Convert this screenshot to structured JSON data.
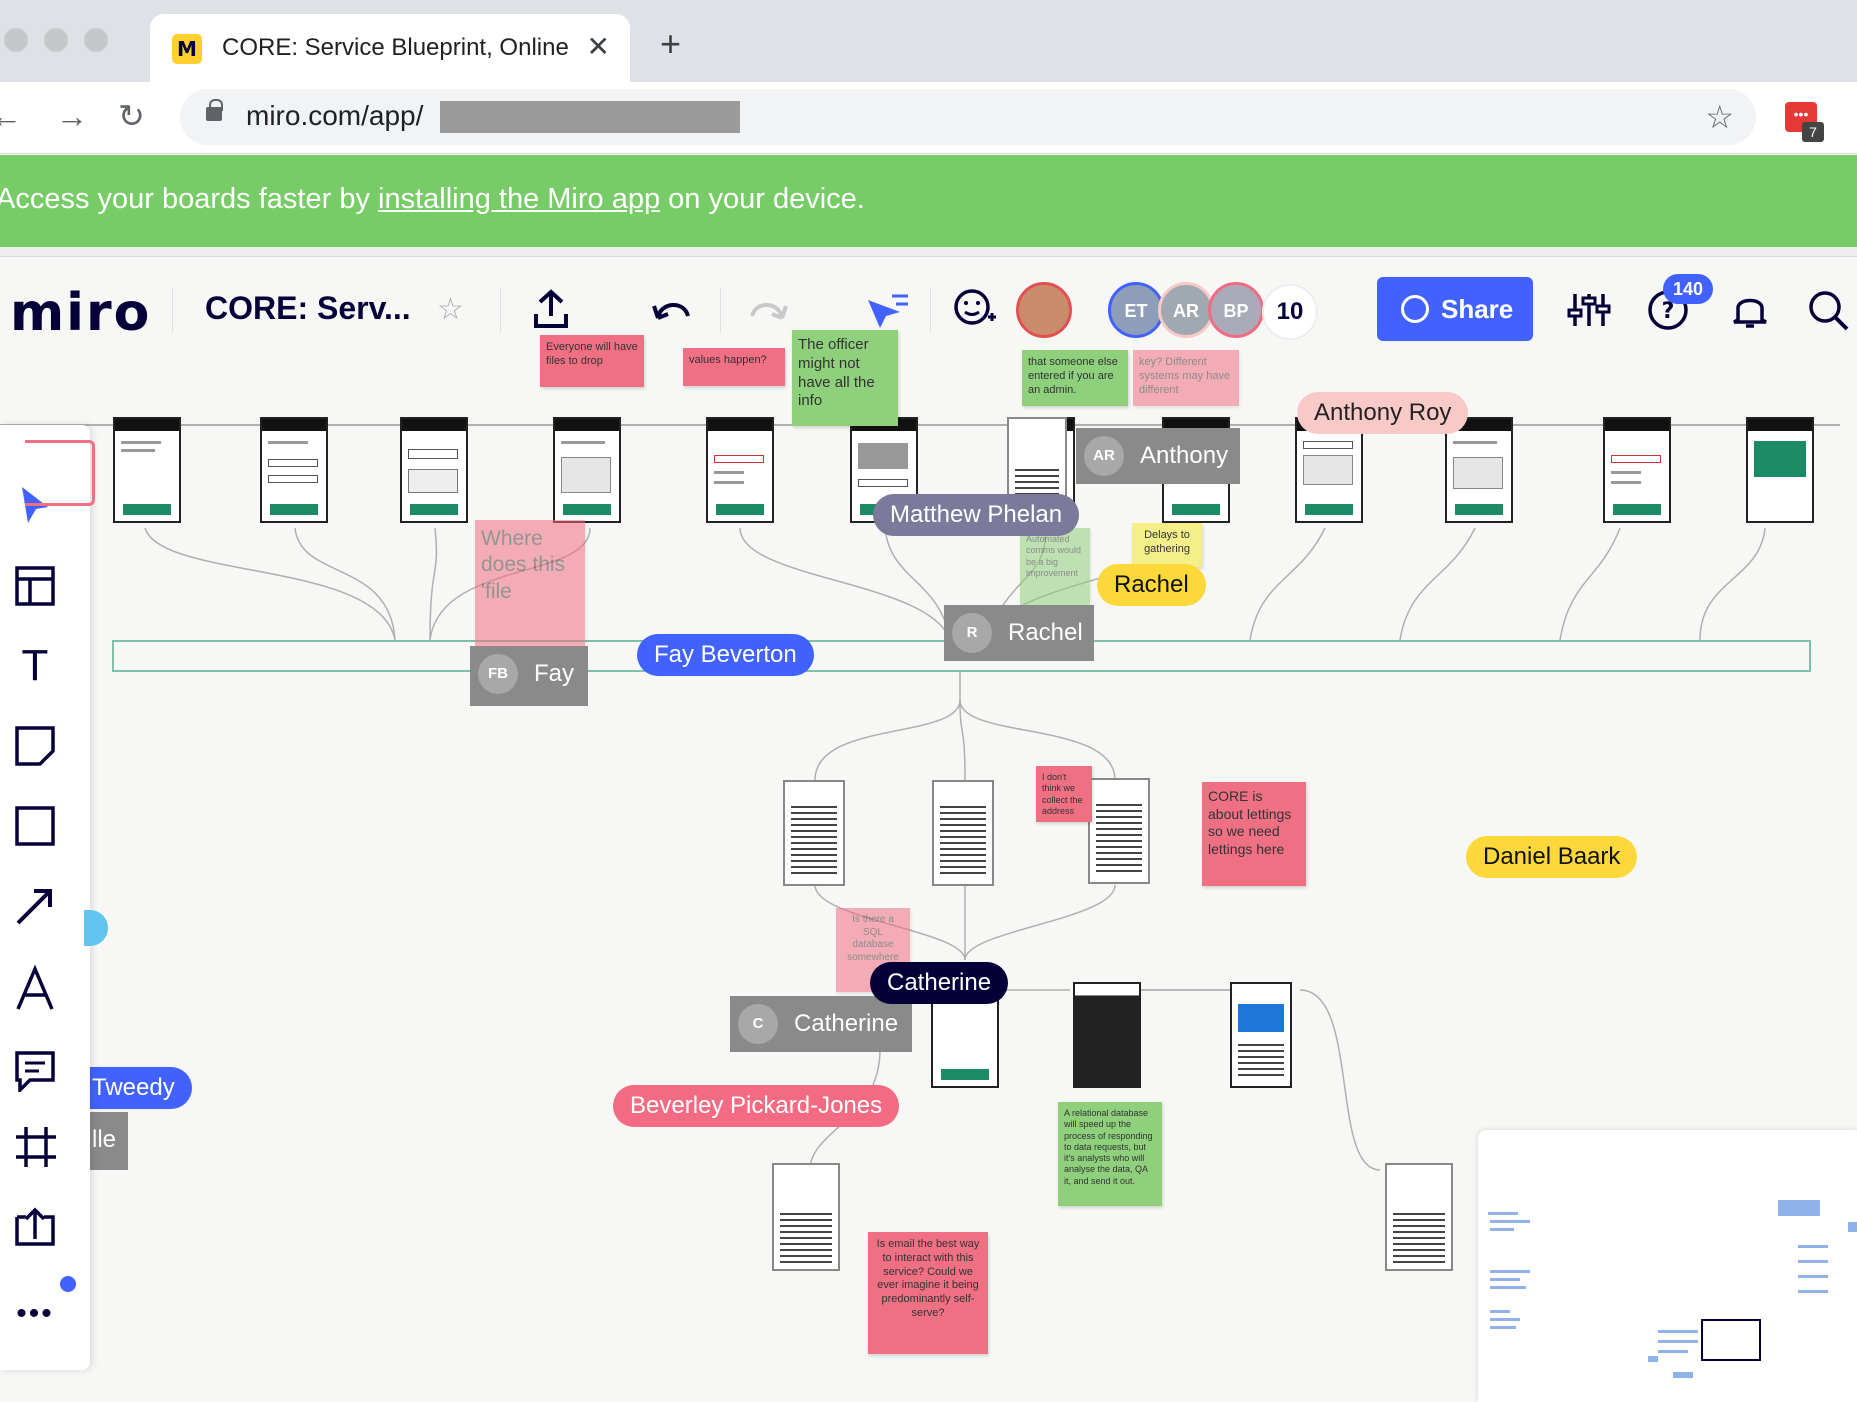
{
  "browser": {
    "tab_title": "CORE: Service Blueprint, Online",
    "tab_favicon": "miro-logo-icon",
    "url": "miro.com/app/",
    "extension_badge": "7"
  },
  "banner": {
    "prefix": "Access your boards faster by ",
    "link": "installing the Miro app",
    "suffix": " on your device."
  },
  "toolbar": {
    "logo": "miro",
    "board_title": "CORE: Serv...",
    "avatars": [
      {
        "initials": "ET",
        "color": "#8e9db8"
      },
      {
        "initials": "AR",
        "color": "#a0a8b0"
      },
      {
        "initials": "BP",
        "color": "#a9acb8"
      }
    ],
    "participant_count": "10",
    "share_label": "Share",
    "notification_count": "140"
  },
  "stickies": {
    "s1": "Everyone will have files to drop",
    "s2": "values happen?",
    "s3": "The officer might not have all the info",
    "s4": "that someone else entered if you are an admin.",
    "s5": "key? Different systems may have different",
    "s6": "Where does this 'file",
    "s7": "Automated comms would be a big improvement",
    "s8": "Delays to gathering",
    "s9": "I don't think we collect the address",
    "s10": "CORE is about lettings so we need lettings here",
    "s11": "Is there a SQL database somewhere",
    "s12": "A relational database will speed up the process of responding to data requests, but it's analysts who will analyse the data, QA it, and send it out.",
    "s13": "Is email the best way to interact with this service? Could we ever imagine it being predominantly self-serve?"
  },
  "cursors": {
    "anthony_roy": "Anthony Roy",
    "matthew": "Matthew Phelan",
    "rachel": "Rachel",
    "fay": "Fay Beverton",
    "daniel": "Daniel Baark",
    "catherine": "Catherine",
    "beverley": "Beverley Pickard-Jones",
    "tweedy": "Tweedy"
  },
  "presence": {
    "anthony": {
      "initials": "AR",
      "name": "Anthony"
    },
    "rachel": {
      "initials": "R",
      "name": "Rachel"
    },
    "fay": {
      "initials": "FB",
      "name": "Fay"
    },
    "catherine": {
      "initials": "C",
      "name": "Catherine"
    },
    "elle": {
      "name": "lle"
    }
  },
  "colors": {
    "accent": "#4262ff",
    "banner": "#78cc68",
    "sticky_pink": "#f07083",
    "sticky_green": "#8fd07c",
    "sticky_yellow": "#f5ef8a"
  }
}
